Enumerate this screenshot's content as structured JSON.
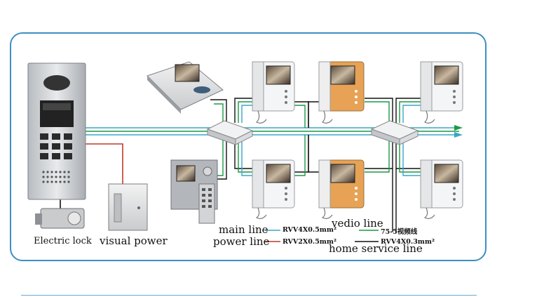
{
  "labels": {
    "electric_lock": "Electric lock",
    "visual_power": "visual power",
    "main_line": "main line",
    "power_line": "power line",
    "vedio_line": "vedio line",
    "home_service_line": "home service line"
  },
  "legend": {
    "main_line_spec": "RVV4X0.5mm²",
    "power_line_spec": "RVV2X0.5mm²",
    "vedio_line_spec": "75-5视频线",
    "home_service_spec": "RVV4X0.3mm²"
  },
  "colors": {
    "main_line": "#38a6c8",
    "power_line": "#c0392b",
    "vedio_line": "#1a9a44",
    "home_service_line": "#111111",
    "frame": "#3c8fc4"
  },
  "icons": [
    "door-station-panel",
    "electric-lock",
    "power-supply-box",
    "distributor-box",
    "indoor-monitor",
    "desk-monitor",
    "guard-unit"
  ]
}
